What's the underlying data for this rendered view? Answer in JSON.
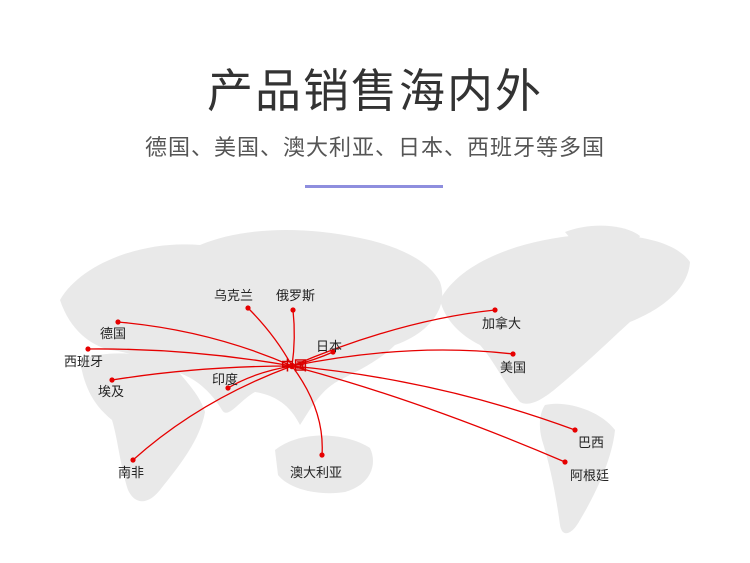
{
  "header": {
    "title": "产品销售海内外",
    "subtitle": "德国、美国、澳大利亚、日本、西班牙等多国"
  },
  "map": {
    "hub": "中国",
    "destinations": {
      "ukraine": "乌克兰",
      "russia": "俄罗斯",
      "germany": "德国",
      "spain": "西班牙",
      "egypt": "埃及",
      "india": "印度",
      "japan": "日本",
      "canada": "加拿大",
      "usa": "美国",
      "brazil": "巴西",
      "argentina": "阿根廷",
      "south_africa": "南非",
      "australia": "澳大利亚"
    },
    "colors": {
      "route": "#e60000",
      "land": "#e9e9e9"
    }
  }
}
